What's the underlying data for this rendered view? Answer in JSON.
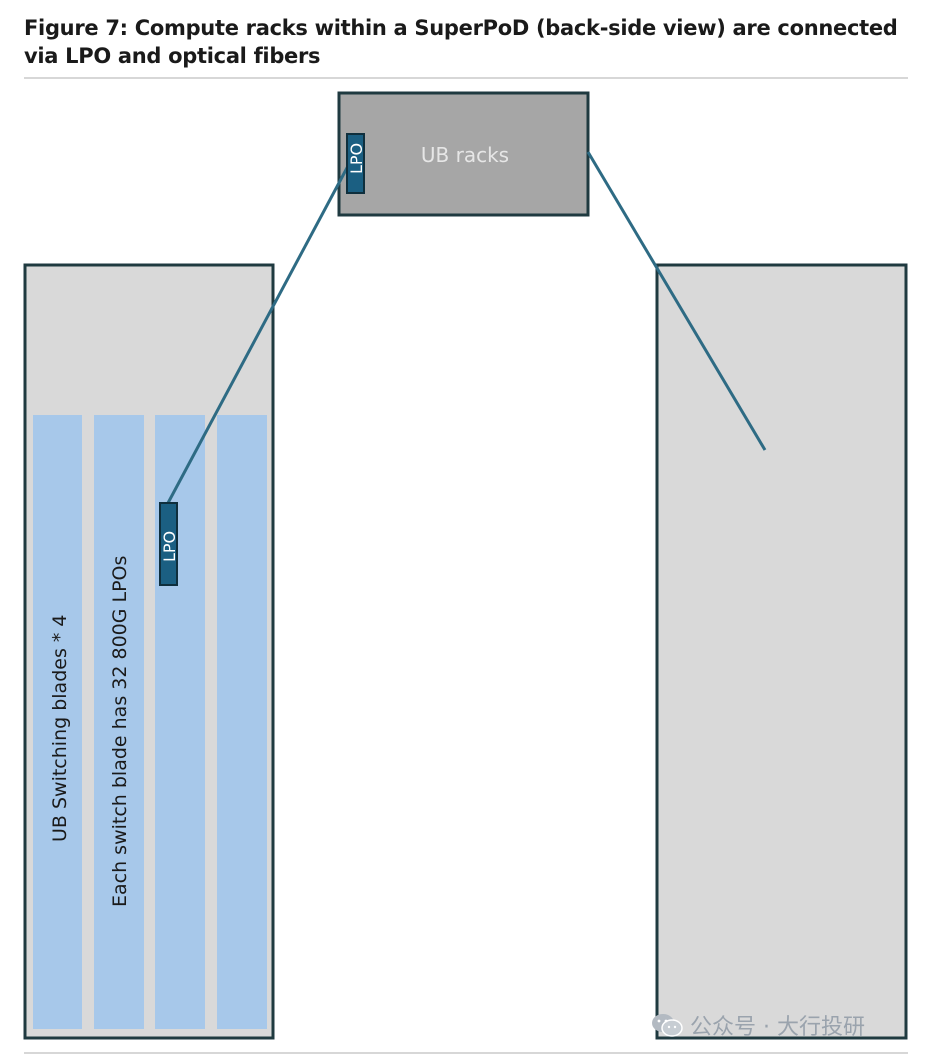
{
  "figure": {
    "title": "Figure 7: Compute racks within a SuperPoD (back-side view) are connected via LPO and optical fibers"
  },
  "diagram": {
    "top_box": {
      "label": "UB racks",
      "lpo_label": "LPO"
    },
    "left_rack": {
      "blade_text_1": "UB Switching blades * 4",
      "blade_text_2": "Each switch blade has 32 800G LPOs",
      "lpo_label": "LPO",
      "blade_count": 4
    },
    "colors": {
      "rack_fill": "#d9d9d9",
      "rack_border": "#1f3a40",
      "top_box_fill": "#a6a6a6",
      "blade_fill": "#a7c8ea",
      "lpo_fill": "#1b5f82",
      "fiber": "#2e6b84",
      "label_light": "#e6e6e6"
    }
  },
  "watermark": {
    "text": "公众号 · 大行投研",
    "icon": "wechat-icon"
  }
}
